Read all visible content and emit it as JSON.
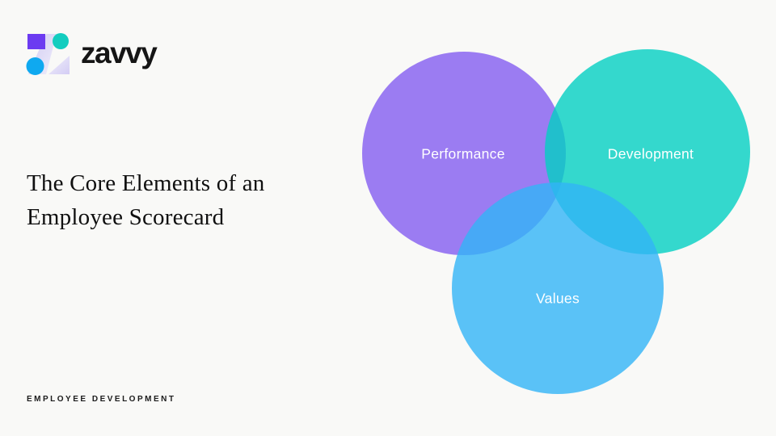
{
  "slide": {
    "background_color": "#F9F9F7",
    "title": {
      "line1": "The Core Elements of an",
      "line2": "Employee Scorecard"
    },
    "footer": "EMPLOYEE DEVELOPMENT"
  },
  "logo": {
    "wordmark": "zavvy",
    "colors": {
      "square": "#6C3BF1",
      "teal_dot": "#13CDBF",
      "blue_dot": "#0FA9F0",
      "wordmark_color": "#151515"
    }
  },
  "venn": {
    "label_color": "#FFFFFF",
    "circle_opacity": "0.8",
    "circles": [
      {
        "label": "Performance",
        "fill": "#835CF0",
        "appears_as": "#9C7DF3"
      },
      {
        "label": "Development",
        "fill": "#02CFC2",
        "appears_as": "#35D9CE"
      },
      {
        "label": "Values",
        "fill": "#32B4F6",
        "appears_as": "#5BC3F8"
      }
    ]
  }
}
